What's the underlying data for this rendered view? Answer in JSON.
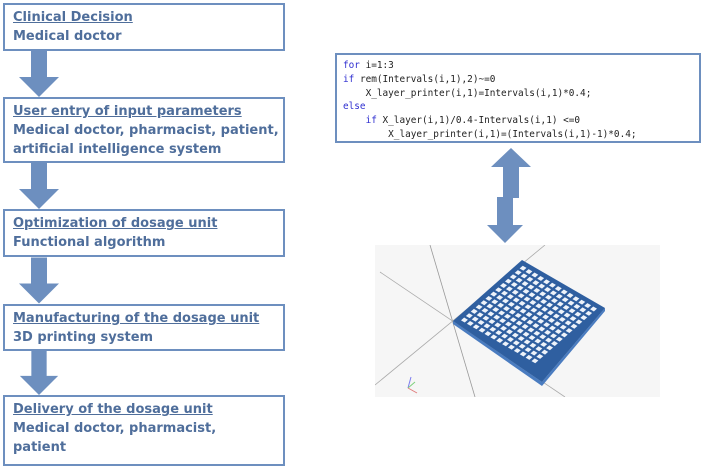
{
  "flow": {
    "steps": [
      {
        "title": "Clinical Decision",
        "subtitle": [
          "Medical doctor"
        ]
      },
      {
        "title": "User entry of input parameters",
        "subtitle": [
          "Medical doctor, pharmacist, patient,",
          "artificial intelligence system"
        ]
      },
      {
        "title": "Optimization of dosage unit",
        "subtitle": [
          "Functional algorithm"
        ]
      },
      {
        "title": "Manufacturing of the dosage unit",
        "subtitle": [
          "3D printing system"
        ]
      },
      {
        "title": "Delivery of the dosage unit",
        "subtitle": [
          "Medical doctor, pharmacist,",
          "patient"
        ]
      }
    ],
    "arrow_color": "#6d8fbf",
    "text_color": "#4f6e9b"
  },
  "code": {
    "lines": [
      {
        "kw": "for",
        "rest": " i=1:3"
      },
      {
        "kw": "if",
        "rest": " rem(Intervals(i,1),2)~=0"
      },
      {
        "kw": "",
        "rest": "    X_layer_printer(i,1)=Intervals(i,1)*0.4;"
      },
      {
        "kw": "else",
        "rest": ""
      },
      {
        "kw": "    if",
        "rest": " X_layer(i,1)/0.4-Intervals(i,1) <=0"
      },
      {
        "kw": "",
        "rest": "        X_layer_printer(i,1)=(Intervals(i,1)-1)*0.4;"
      }
    ],
    "keyword_color": "#2f2fd0"
  },
  "model_view": {
    "object": "lattice-plate",
    "grid_holes": 13,
    "plate_color": "#2f5fa0"
  }
}
